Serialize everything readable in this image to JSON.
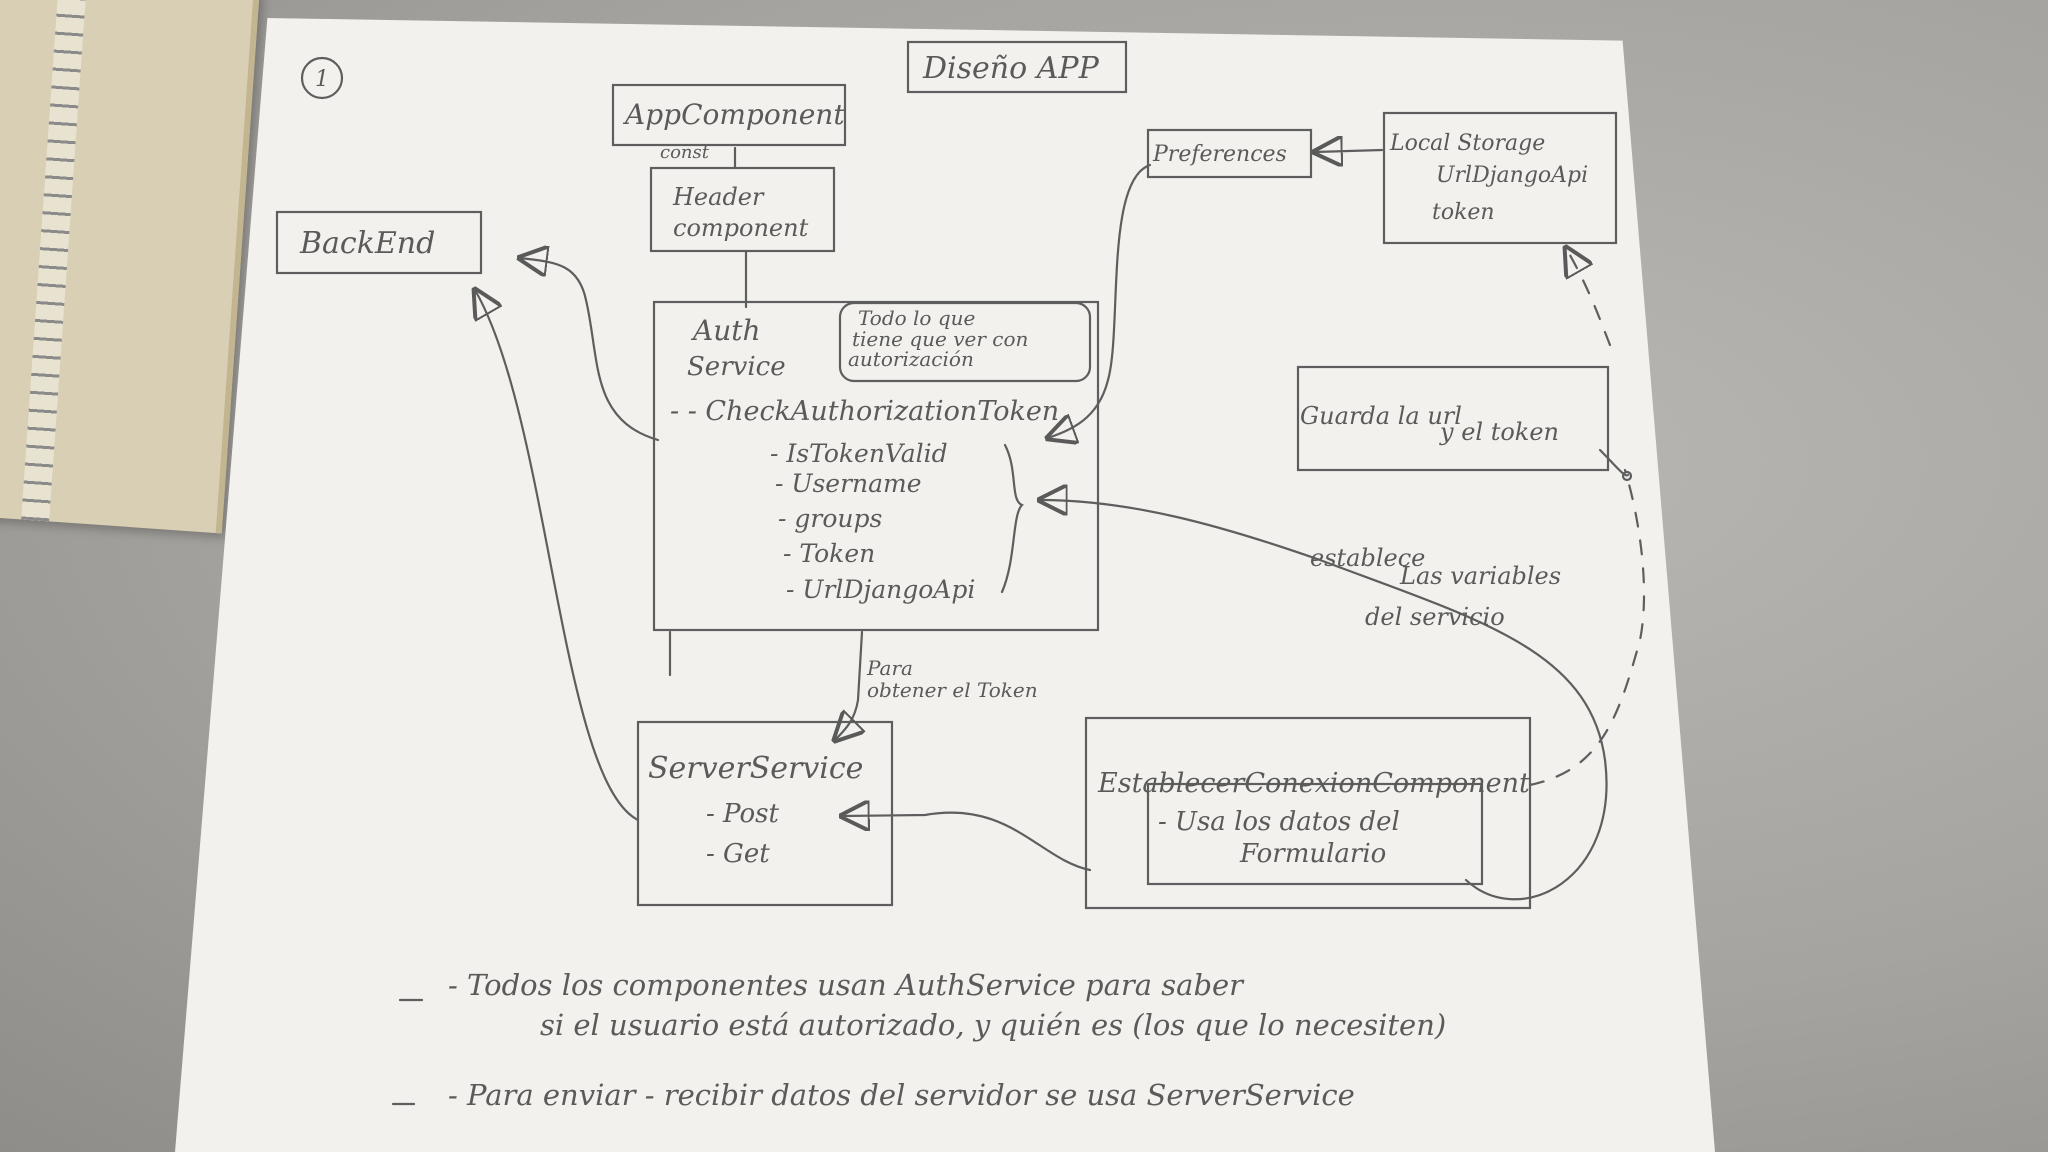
{
  "diagram": {
    "page_number": "1",
    "title": "Diseño APP",
    "nodes": {
      "app_component": {
        "line1": "AppComponent",
        "line2": "const"
      },
      "header_component": {
        "line1": "Header",
        "line2": "component"
      },
      "backend": {
        "label": "BackEnd"
      },
      "preferences": {
        "label": "Preferences"
      },
      "local_storage": {
        "line1": "Local Storage",
        "line2": "UrlDjangoApi",
        "line3": "token"
      },
      "auth_service": {
        "line1": "Auth",
        "line2": "Service",
        "note_line1": "Todo lo que",
        "note_line2": "tiene que ver con",
        "note_line3": "autorización",
        "method": "- - CheckAuthorizationToken",
        "fields": [
          "- IsTokenValid",
          "- Username",
          "- groups",
          "- Token",
          "- UrlDjangoApi"
        ]
      },
      "guarda": {
        "line1": "Guarda la url",
        "line2": "y el token"
      },
      "server_service": {
        "title": "ServerService",
        "items": [
          "- Post",
          "- Get"
        ]
      },
      "establecer": {
        "title": "EstablecerConexionComponent",
        "note_line1": "- Usa los datos del",
        "note_line2": "Formulario"
      }
    },
    "edge_labels": {
      "para_token_1": "Para",
      "para_token_2": "obtener el Token",
      "establece_1": "establece",
      "establece_2": "Las variables",
      "establece_3": "del servicio"
    },
    "notes": {
      "note1_line1": "- Todos los componentes usan AuthService para saber",
      "note1_line2": "si el usuario está autorizado, y quién es (los que lo necesiten)",
      "note2": "- Para enviar - recibir datos del servidor se usa ServerService"
    }
  },
  "colors": {
    "paper": "#f2f1ee",
    "pencil": "#5a5a5a",
    "desk": "#a9a7a3"
  }
}
